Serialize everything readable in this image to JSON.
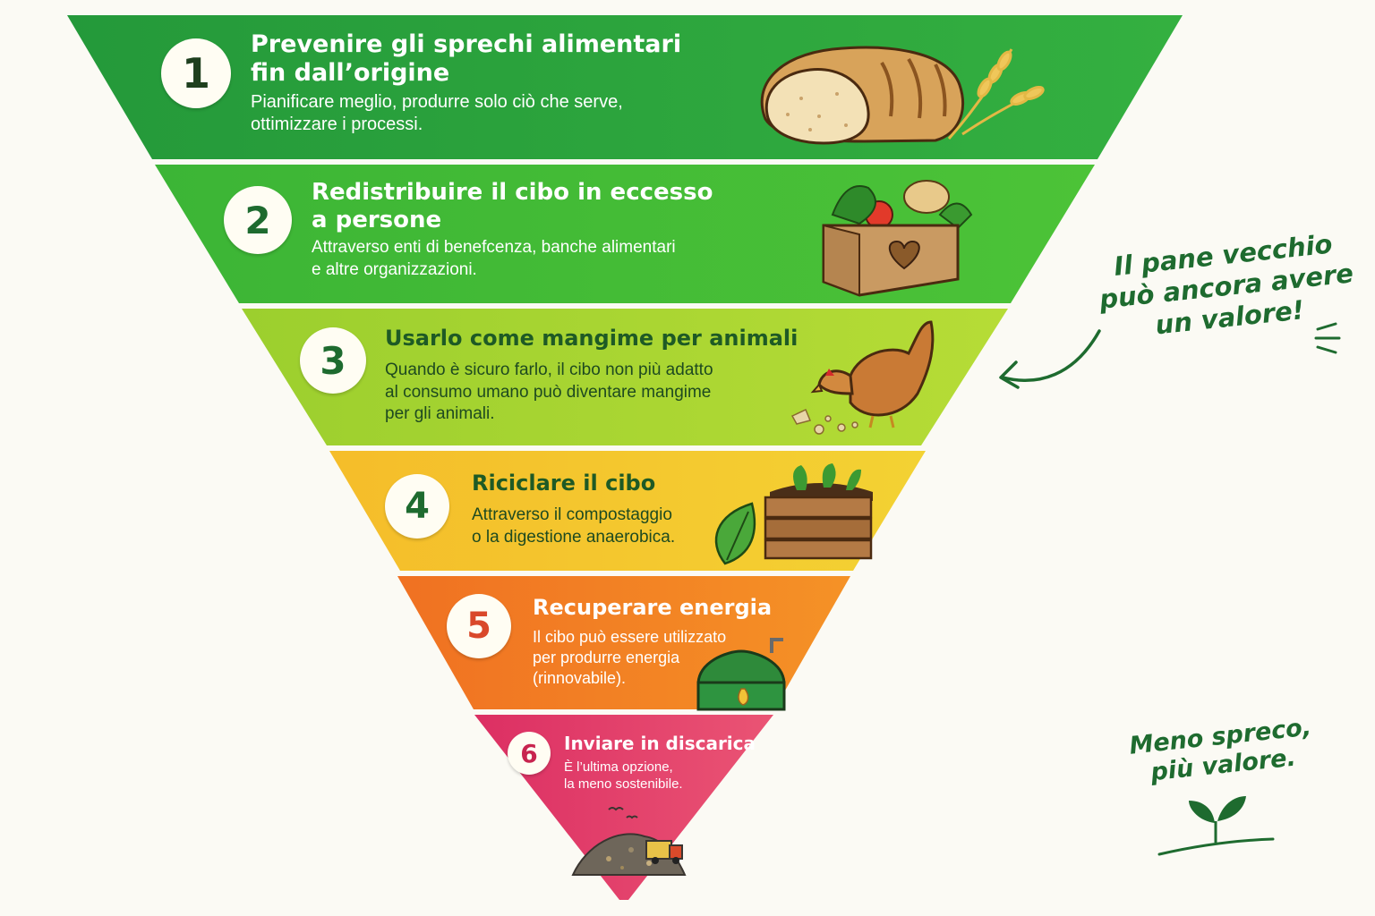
{
  "tiers": [
    {
      "number": "1",
      "title_line1": "Prevenire gli sprechi alimentari",
      "title_line2": "fin dall’origine",
      "desc_line1": "Pianificare meglio, produrre solo ciò che serve,",
      "desc_line2": "ottimizzare i processi.",
      "desc_line3": "",
      "image": "bread-icon",
      "color": "#2ea83a"
    },
    {
      "number": "2",
      "title_line1": "Redistribuire il cibo in eccesso",
      "title_line2": "a persone",
      "desc_line1": "Attraverso enti di benefcenza, banche alimentari",
      "desc_line2": "e altre organizzazioni.",
      "desc_line3": "",
      "image": "food-box-heart-icon",
      "color": "#3fba34"
    },
    {
      "number": "3",
      "title_line1": "Usarlo come mangime per animali",
      "title_line2": "",
      "desc_line1": "Quando è sicuro farlo, il cibo non più adatto",
      "desc_line2": "al consumo umano può diventare mangime",
      "desc_line3": "per gli animali.",
      "image": "hen-icon",
      "color": "#a6d630"
    },
    {
      "number": "4",
      "title_line1": "Riciclare il cibo",
      "title_line2": "",
      "desc_line1": "Attraverso il compostaggio",
      "desc_line2": "o la digestione anaerobica.",
      "desc_line3": "",
      "image": "compost-crate-icon",
      "color": "#f2c72c"
    },
    {
      "number": "5",
      "title_line1": "Recuperare energia",
      "title_line2": "",
      "desc_line1": "Il cibo può essere utilizzato",
      "desc_line2": "per produrre energia",
      "desc_line3": "(rinnovabile).",
      "image": "biogas-tank-icon",
      "color": "#f27f22"
    },
    {
      "number": "6",
      "title_line1": "Inviare in discarica",
      "title_line2": "",
      "desc_line1": "È l’ultima opzione,",
      "desc_line2": "la meno sostenibile.",
      "desc_line3": "",
      "image": "landfill-icon",
      "color": "#e23d6a"
    }
  ],
  "side_note": {
    "line1": "Il pane vecchio",
    "line2": "può ancora avere",
    "line3": "un valore!"
  },
  "footer_note": {
    "line1": "Meno spreco,",
    "line2": "più valore."
  },
  "colors": {
    "dark_green": "#1e6b2f",
    "red_number": "#d9482b",
    "magenta_number": "#c8244f"
  }
}
